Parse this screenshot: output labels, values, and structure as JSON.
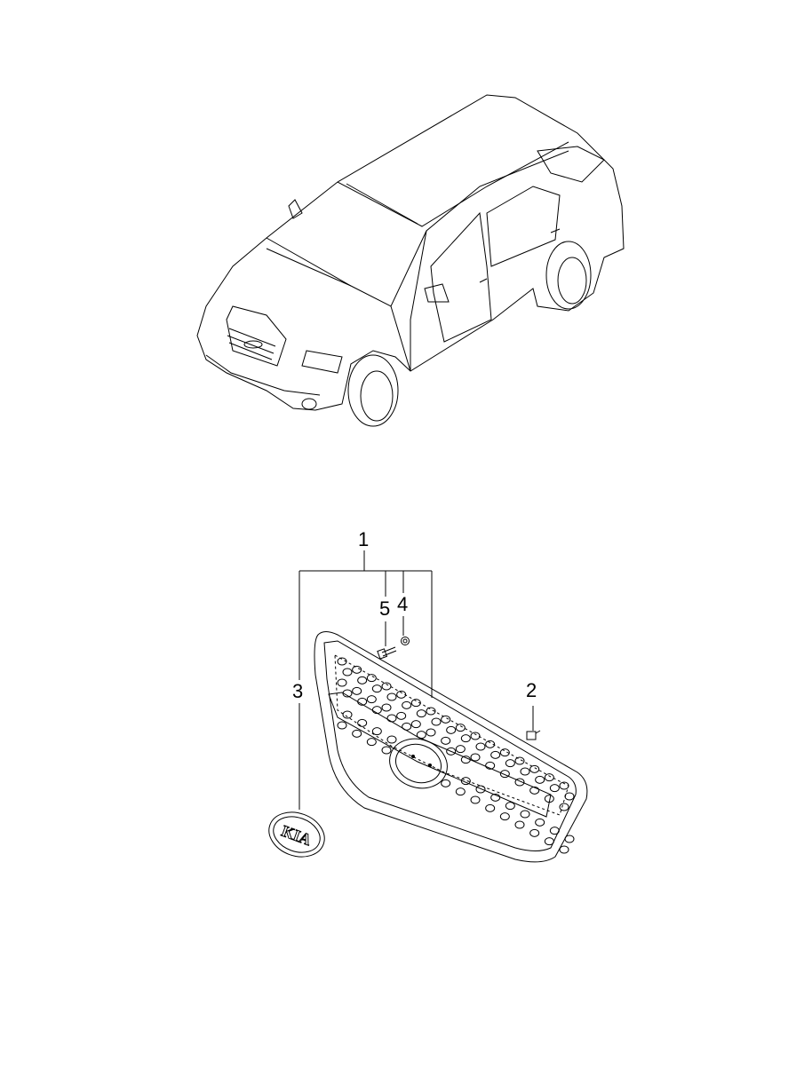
{
  "diagram": {
    "callouts": {
      "assembly": "1",
      "clip": "2",
      "emblem": "3",
      "nut": "4",
      "screw": "5"
    },
    "emblem_text": "KIA"
  }
}
